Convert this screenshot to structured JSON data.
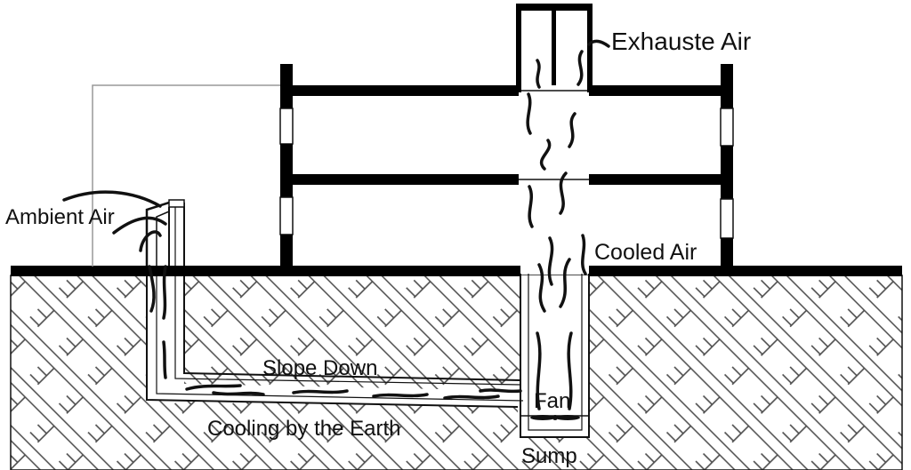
{
  "labels": {
    "exhaust_air": "Exhauste Air",
    "ambient_air": "Ambient Air",
    "cooled_air": "Cooled Air",
    "slope_down": "Slope Down",
    "fan": "Fan",
    "cooling_by_earth": "Cooling by the Earth",
    "sump": "Sump"
  },
  "colors": {
    "ink": "#111111",
    "background": "#ffffff",
    "soil_hatch": "#4a4a4a"
  }
}
